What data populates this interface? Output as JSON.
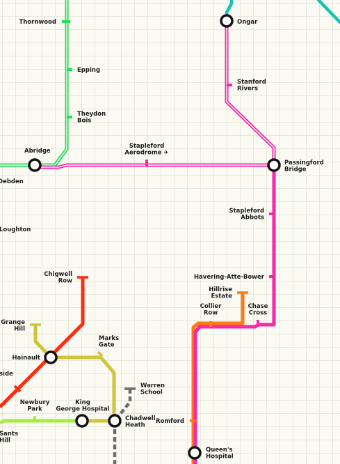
{
  "line_colors": {
    "green": "#22e05a",
    "teal": "#17c2b0",
    "magenta": "#f42aa8",
    "orange": "#ff7a10",
    "red": "#ff2a10",
    "olive": "#d2c43a",
    "lime": "#a6ec3c",
    "grey": "#6c6c6c"
  },
  "lines": [
    {
      "id": "green-line",
      "color": "green"
    },
    {
      "id": "teal-line",
      "color": "teal"
    },
    {
      "id": "magenta-line",
      "color": "magenta"
    },
    {
      "id": "orange-line",
      "color": "orange"
    },
    {
      "id": "red-line",
      "color": "red"
    },
    {
      "id": "olive-line",
      "color": "olive"
    },
    {
      "id": "lime-line",
      "color": "lime"
    },
    {
      "id": "grey-line",
      "color": "grey"
    }
  ],
  "stations": {
    "thornwood": {
      "label": [
        "Thornwood"
      ],
      "type": "stop"
    },
    "epping": {
      "label": [
        "Epping"
      ],
      "type": "stop"
    },
    "theydon_bois": {
      "label": [
        "Theydon",
        "Bois"
      ],
      "type": "stop"
    },
    "abridge": {
      "label": [
        "Abridge"
      ],
      "type": "interchange"
    },
    "debden": {
      "label": [
        "Debden"
      ],
      "type": "stop"
    },
    "loughton": {
      "label": [
        "Loughton"
      ],
      "type": "stop"
    },
    "ongar": {
      "label": [
        "Ongar"
      ],
      "type": "interchange"
    },
    "stanford_rivers": {
      "label": [
        "Stanford",
        "Rivers"
      ],
      "type": "stop"
    },
    "stapleford_aerodrome": {
      "label": [
        "Stapleford",
        "Aerodrome ✈"
      ],
      "type": "stop"
    },
    "passingford_bridge": {
      "label": [
        "Passingford",
        "Bridge"
      ],
      "type": "interchange"
    },
    "stapleford_abbots": {
      "label": [
        "Stapleford",
        "Abbots"
      ],
      "type": "stop"
    },
    "havering_atte_bower": {
      "label": [
        "Havering-Atte-Bower"
      ],
      "type": "stop"
    },
    "hillrise_estate": {
      "label": [
        "Hillrise",
        "Estate"
      ],
      "type": "stop"
    },
    "collier_row": {
      "label": [
        "Collier",
        "Row"
      ],
      "type": "stop"
    },
    "chase_cross": {
      "label": [
        "Chase",
        "Cross"
      ],
      "type": "stop"
    },
    "chigwell_row": {
      "label": [
        "Chigwell",
        "Row"
      ],
      "type": "stop"
    },
    "grange_hill": {
      "label": [
        "Grange",
        "Hill"
      ],
      "type": "stop"
    },
    "hainault": {
      "label": [
        "Hainault"
      ],
      "type": "interchange"
    },
    "marks_gate": {
      "label": [
        "Marks",
        "Gate"
      ],
      "type": "stop"
    },
    "fairlop": {
      "label": [
        "side"
      ],
      "type": "stop"
    },
    "newbury_park": {
      "label": [
        "Newbury",
        "Park"
      ],
      "type": "stop"
    },
    "king_george_hospital": {
      "label": [
        "King",
        "George Hospital"
      ],
      "type": "interchange"
    },
    "chadwell_heath": {
      "label": [
        "Chadwell",
        "Heath"
      ],
      "type": "interchange"
    },
    "warren_school": {
      "label": [
        "Warren",
        "School"
      ],
      "type": "stop"
    },
    "romford": {
      "label": [
        "Romford"
      ],
      "type": "stop"
    },
    "queens_hospital": {
      "label": [
        "Queen's",
        "Hospital"
      ],
      "type": "interchange"
    },
    "seven_kings": {
      "label": [
        "Sants",
        "Hill"
      ],
      "type": "stop"
    }
  }
}
